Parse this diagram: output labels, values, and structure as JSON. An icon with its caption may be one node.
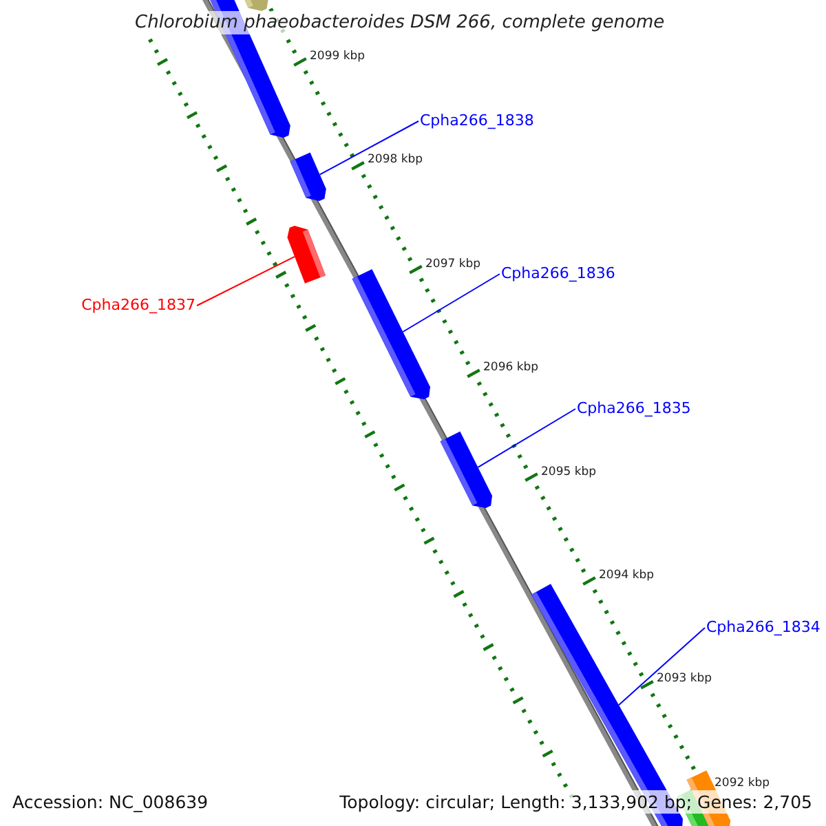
{
  "diagram": {
    "title": "Chlorobium phaeobacteroides DSM 266, complete genome",
    "nodes": [
      {
        "text": [
          "Cpha266_1838"
        ]
      },
      {
        "text": [],
        "shape": "bar"
      },
      {
        "text": [
          "Cpha266_1837"
        ]
      },
      {
        "text": [],
        "shape": "bar"
      },
      {
        "text": [
          "Cpha266_1836"
        ]
      },
      {
        "text": [],
        "shape": "bar"
      },
      {
        "text": [
          "Cpha266_1835"
        ]
      },
      {
        "text": [],
        "shape": "bar"
      },
      {
        "text": [
          "Cpha266_1834"
        ]
      },
      {
        "text": [],
        "shape": "bar"
      }
    ],
    "edges": [
      {
        "from": 0,
        "to": 1,
        "arrow": "none"
      },
      {
        "from": 2,
        "to": 3,
        "arrow": "none",
        "color": "#ff0000"
      },
      {
        "from": 4,
        "to": 5,
        "arrow": "none"
      },
      {
        "from": 6,
        "to": 7,
        "arrow": "none"
      },
      {
        "from": 8,
        "to": 9,
        "arrow": "none"
      }
    ],
    "labels": [
      "2099 kbp",
      "2098 kbp",
      "2097 kbp",
      "2096 kbp",
      "2095 kbp",
      "2094 kbp",
      "2093 kbp",
      "2092 kbp",
      "Accession: NC_008639",
      "Topology: circular; Length: 3,133,902 bp; Genes: 2,705"
    ]
  }
}
